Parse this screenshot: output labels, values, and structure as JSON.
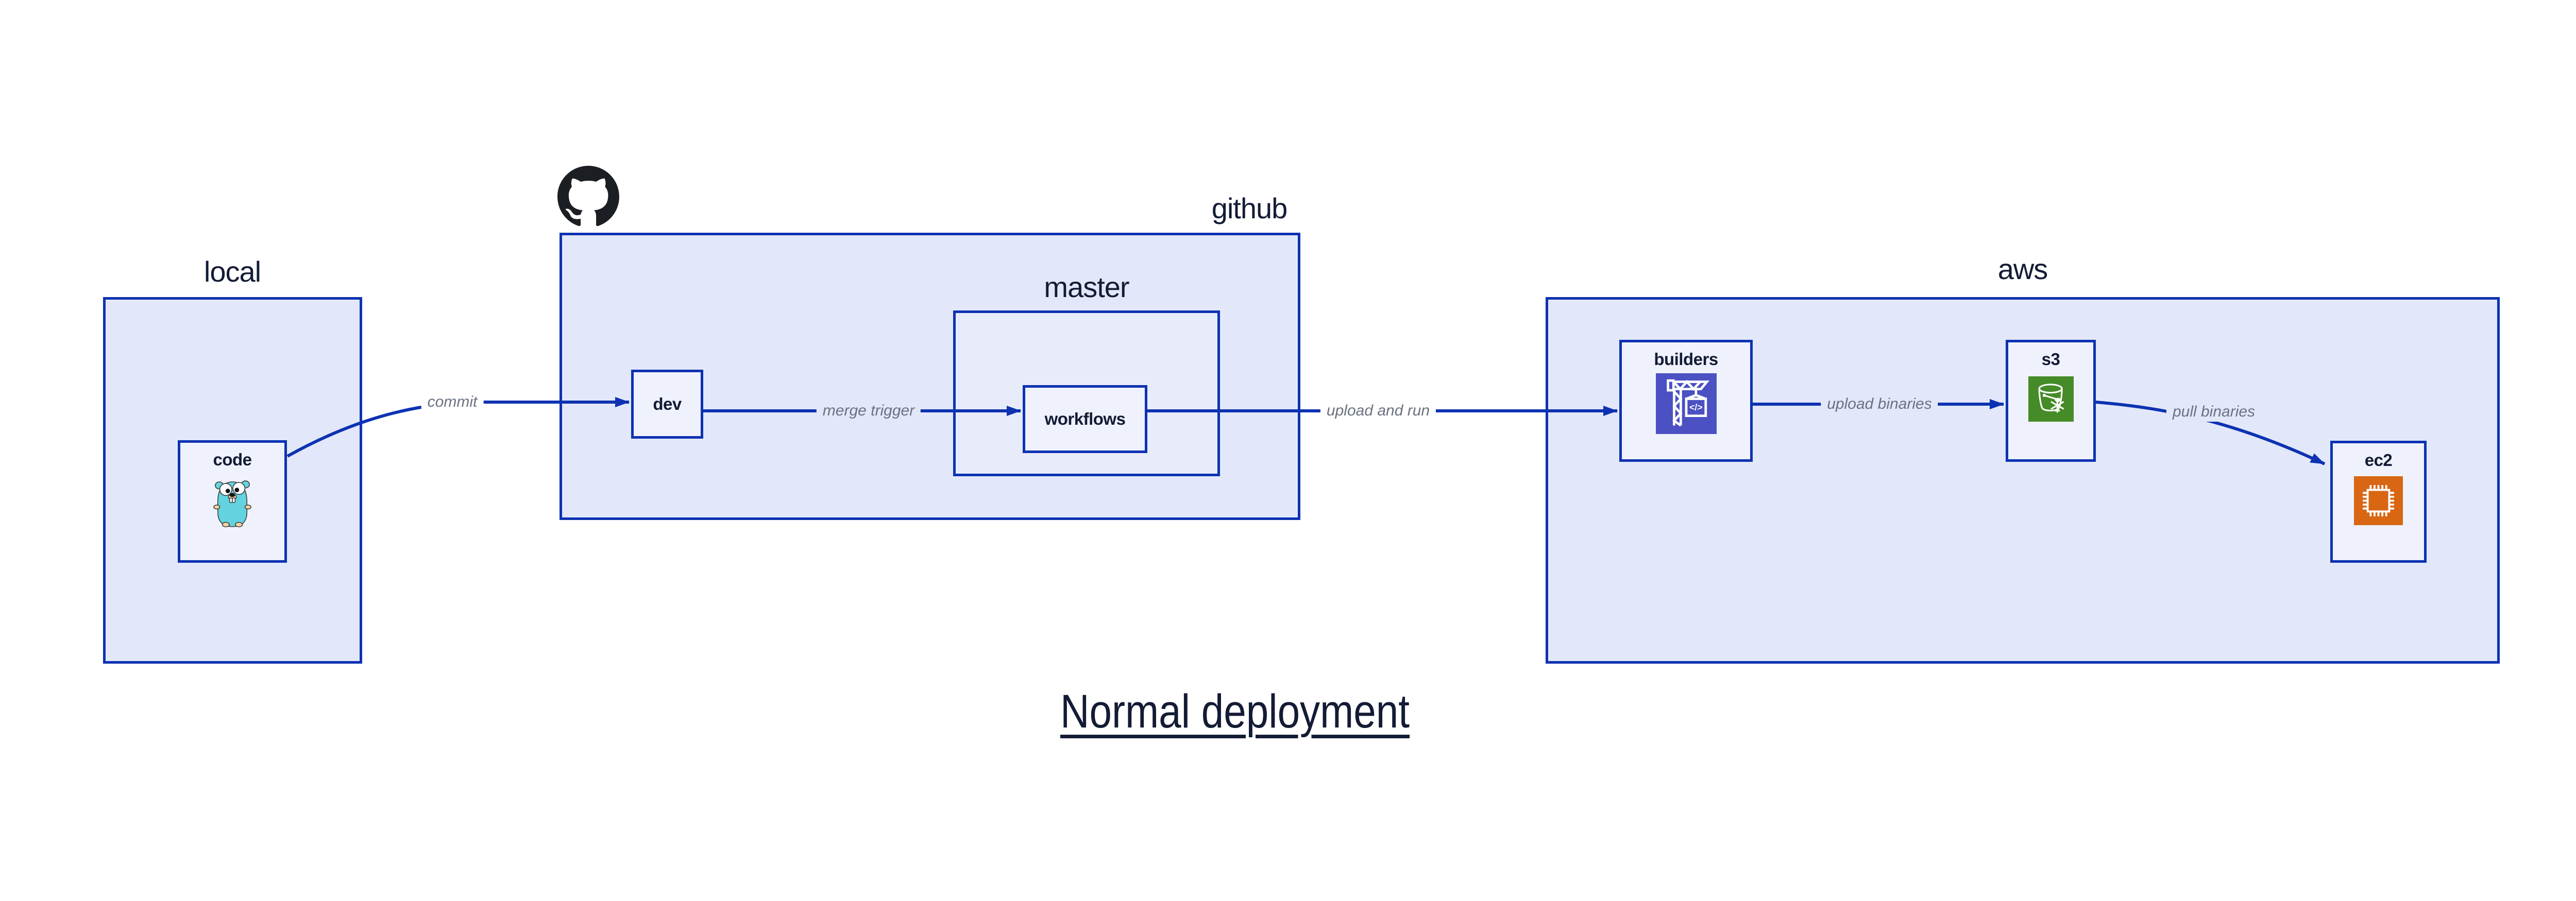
{
  "title": "Normal deployment",
  "containers": {
    "local": {
      "label": "local"
    },
    "github": {
      "label": "github"
    },
    "master": {
      "label": "master"
    },
    "aws": {
      "label": "aws"
    }
  },
  "nodes": {
    "code": {
      "label": "code",
      "icon": "go-gopher-icon"
    },
    "dev": {
      "label": "dev"
    },
    "workflows": {
      "label": "workflows"
    },
    "builders": {
      "label": "builders",
      "icon": "aws-codebuild-crane-icon",
      "icon_glyph": "</>"
    },
    "s3": {
      "label": "s3",
      "icon": "aws-s3-glacier-bucket-icon"
    },
    "ec2": {
      "label": "ec2",
      "icon": "aws-ec2-chip-icon"
    }
  },
  "edges": [
    {
      "from": "code",
      "to": "dev",
      "label": "commit"
    },
    {
      "from": "dev",
      "to": "workflows",
      "label": "merge trigger"
    },
    {
      "from": "workflows",
      "to": "builders",
      "label": "upload and run"
    },
    {
      "from": "builders",
      "to": "s3",
      "label": "upload binaries"
    },
    {
      "from": "s3",
      "to": "ec2",
      "label": "pull binaries"
    }
  ],
  "colors": {
    "accent_blue": "#0D32B2",
    "container_fill": "#E2E8F9",
    "master_fill": "#E8ECFA",
    "node_fill": "#EFF2FC",
    "text_dark": "#131B35",
    "edge_label_gray": "#6A7280",
    "github_black": "#1B1F23",
    "codebuild_purple": "#4B50C3",
    "s3_glacier_green": "#458B27",
    "ec2_orange": "#D86613",
    "gopher_teal": "#63D3E0",
    "gopher_skin": "#F6D2A2"
  }
}
